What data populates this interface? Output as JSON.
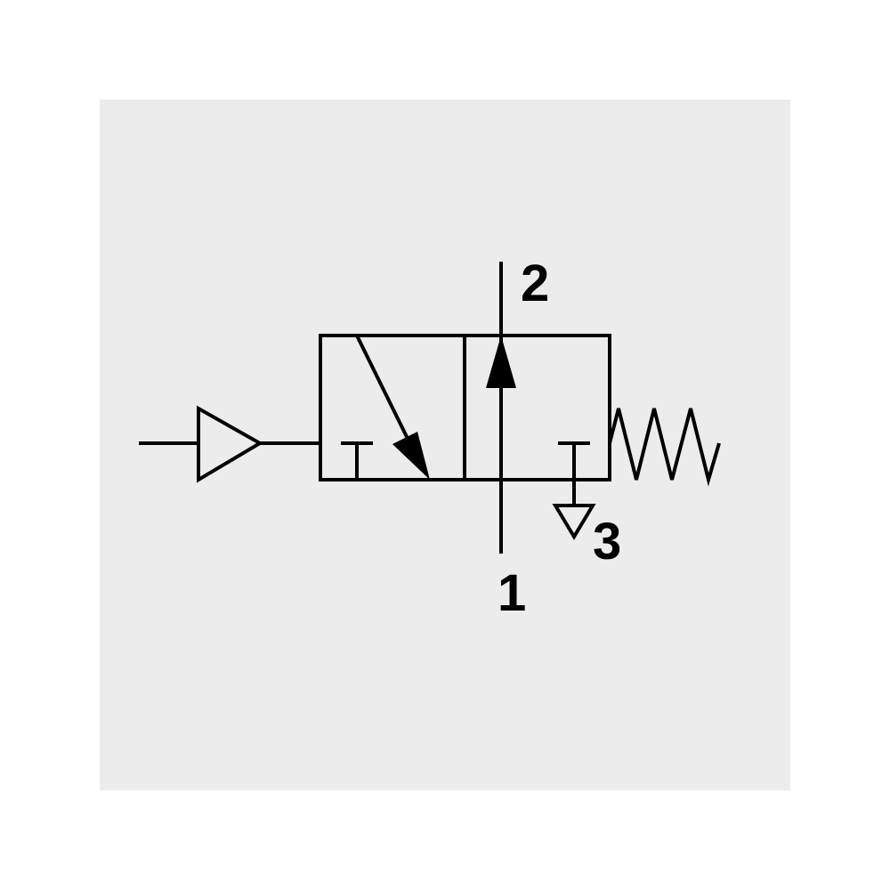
{
  "colors": {
    "page_background": "#ffffff",
    "panel_background": "#ececec",
    "stroke": "#000000"
  },
  "symbol": {
    "ports": {
      "port_2": "2",
      "port_1": "1",
      "port_3": "3"
    }
  }
}
